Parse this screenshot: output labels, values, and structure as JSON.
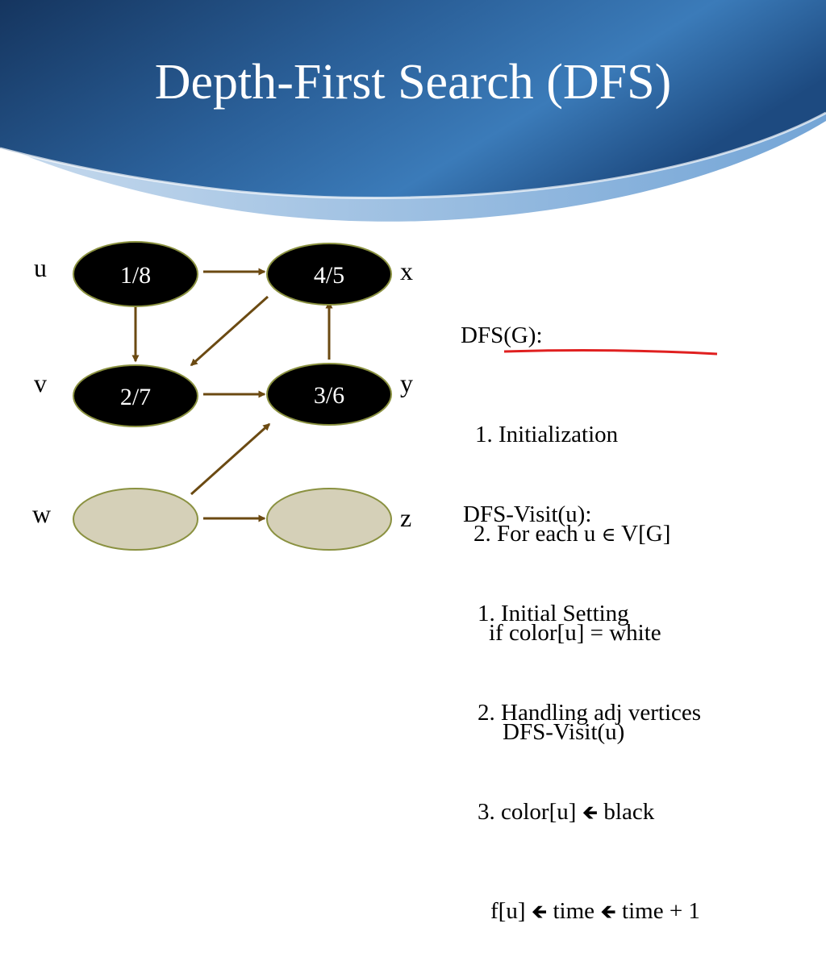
{
  "slide": {
    "title": "Depth-First Search (DFS)",
    "colors": {
      "header_dark": "#15355f",
      "header_mid": "#2f6aa5",
      "header_light": "#4a88c4",
      "arrow": "#6b4a12",
      "node_black": "#000000",
      "node_border": "#8a9140",
      "node_unvisited": "#d5d0b8",
      "underline": "#e02020"
    }
  },
  "graph": {
    "vertices": [
      {
        "id": "u",
        "label": "u",
        "times": "1/8",
        "state": "black"
      },
      {
        "id": "x",
        "label": "x",
        "times": "4/5",
        "state": "black"
      },
      {
        "id": "v",
        "label": "v",
        "times": "2/7",
        "state": "black"
      },
      {
        "id": "y",
        "label": "y",
        "times": "3/6",
        "state": "black"
      },
      {
        "id": "w",
        "label": "w",
        "times": "",
        "state": "white"
      },
      {
        "id": "z",
        "label": "z",
        "times": "",
        "state": "white"
      }
    ],
    "edges": [
      {
        "from": "u",
        "to": "x"
      },
      {
        "from": "u",
        "to": "v"
      },
      {
        "from": "x",
        "to": "v"
      },
      {
        "from": "v",
        "to": "y"
      },
      {
        "from": "y",
        "to": "x"
      },
      {
        "from": "w",
        "to": "y"
      },
      {
        "from": "w",
        "to": "z"
      }
    ]
  },
  "dfs": {
    "header": "DFS(G):",
    "step1": "1. Initialization",
    "step2_prefix": "2. For each u ",
    "element_of": "∈",
    "step2_suffix": " V[G]",
    "step2_if": "if color[u] = white",
    "step2_call": "DFS-Visit(u)"
  },
  "visit": {
    "header": "DFS-Visit(u):",
    "step1": "1. Initial Setting",
    "step2": "2. Handling adj vertices",
    "step3_prefix": "3. color[u] ",
    "assign_icon": "arrow-left-icon",
    "assign_glyph": "🡸",
    "step3_suffix": " black",
    "finish_prefix": "f[u] ",
    "finish_mid": " time ",
    "finish_suffix": " time + 1"
  }
}
